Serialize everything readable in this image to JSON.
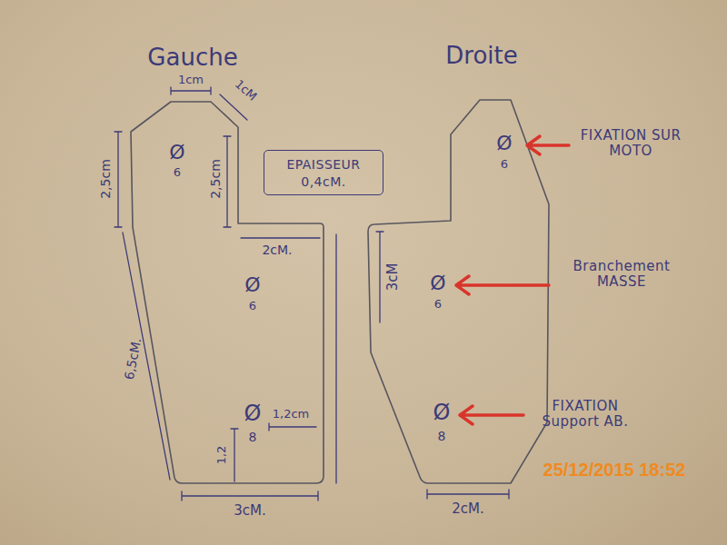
{
  "diagram": {
    "nodes": [
      {
        "text": [
          "EPAISSEUR 0,4cM."
        ]
      }
    ],
    "labels": [
      "Gauche",
      "Droite",
      "1cm",
      "1cM",
      "2,5cm",
      "2,5cm",
      "2cM.",
      "6,5cM.",
      "Ø",
      "6",
      "Ø",
      "6",
      "Ø",
      "8",
      "1,2cm",
      "1,2",
      "3cM.",
      "Ø",
      "6",
      "FIXATION SUR MOTO",
      "Ø",
      "6",
      "3cM",
      "Branchement MASSE",
      "Ø",
      "8",
      "FIXATION Support AB.",
      "2cM.",
      "25/12/2015 18:52"
    ]
  }
}
